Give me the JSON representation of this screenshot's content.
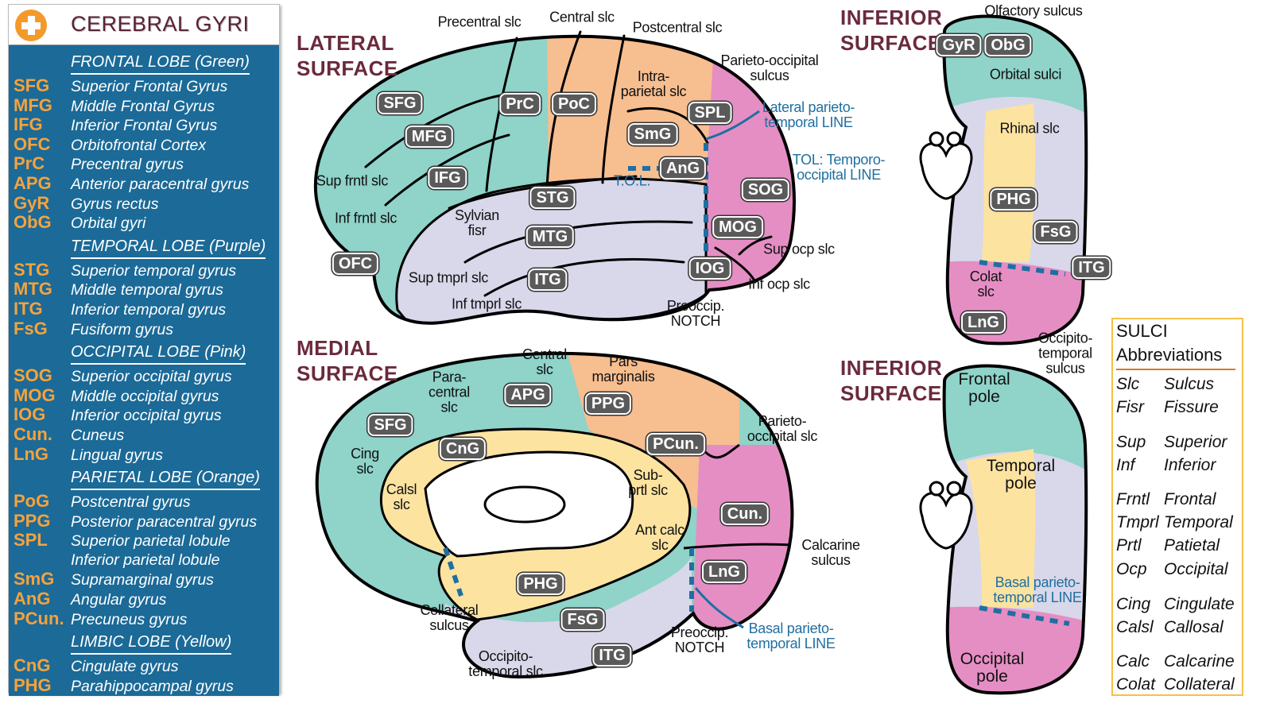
{
  "colors": {
    "frontal": "#8fd3c9",
    "parietal": "#f7be90",
    "occipital": "#e58ec4",
    "temporal": "#d9d7ea",
    "limbic": "#fce3a0",
    "legend_bg": "#1b6a98",
    "accent": "#f7a23b",
    "line_blue": "#1f6fa0",
    "title": "#6b2a3c"
  },
  "legend": {
    "icon": "plus-icon",
    "title": "CEREBRAL GYRI",
    "sections": [
      {
        "header": "FRONTAL LOBE (Green)",
        "items": [
          {
            "abbr": "SFG",
            "name": "Superior Frontal Gyrus"
          },
          {
            "abbr": "MFG",
            "name": "Middle Frontal Gyrus"
          },
          {
            "abbr": "IFG",
            "name": "Inferior Frontal Gyrus"
          },
          {
            "abbr": "OFC",
            "name": "Orbitofrontal Cortex"
          },
          {
            "abbr": "PrC",
            "name": "Precentral gyrus"
          },
          {
            "abbr": "APG",
            "name": "Anterior paracentral gyrus"
          },
          {
            "abbr": "GyR",
            "name": "Gyrus rectus"
          },
          {
            "abbr": "ObG",
            "name": "Orbital gyri"
          }
        ]
      },
      {
        "header": "TEMPORAL LOBE (Purple)",
        "items": [
          {
            "abbr": "STG",
            "name": "Superior temporal gyrus"
          },
          {
            "abbr": "MTG",
            "name": "Middle temporal gyrus"
          },
          {
            "abbr": "ITG",
            "name": "Inferior temporal gyrus"
          },
          {
            "abbr": "FsG",
            "name": "Fusiform gyrus"
          }
        ]
      },
      {
        "header": "OCCIPITAL LOBE (Pink)",
        "items": [
          {
            "abbr": "SOG",
            "name": "Superior occipital gyrus"
          },
          {
            "abbr": "MOG",
            "name": "Middle occipital gyrus"
          },
          {
            "abbr": "IOG",
            "name": "Inferior occipital gyrus"
          },
          {
            "abbr": "Cun.",
            "name": "Cuneus"
          },
          {
            "abbr": "LnG",
            "name": "Lingual gyrus"
          }
        ]
      },
      {
        "header": "PARIETAL LOBE (Orange)",
        "items": [
          {
            "abbr": "PoG",
            "name": "Postcentral gyrus"
          },
          {
            "abbr": "PPG",
            "name": "Posterior paracentral gyrus"
          },
          {
            "abbr": "SPL",
            "name": "Superior parietal lobule"
          },
          {
            "abbr": "",
            "name": "Inferior parietal lobule"
          },
          {
            "abbr": "SmG",
            "name": "Supramarginal gyrus"
          },
          {
            "abbr": "AnG",
            "name": "Angular gyrus"
          },
          {
            "abbr": "PCun.",
            "name": "Precuneus gyrus"
          }
        ]
      },
      {
        "header": "LIMBIC LOBE (Yellow)",
        "items": [
          {
            "abbr": "CnG",
            "name": "Cingulate gyrus"
          },
          {
            "abbr": "PHG",
            "name": "Parahippocampal gyrus"
          }
        ]
      }
    ]
  },
  "lateral": {
    "title": "LATERAL\nSURFACE",
    "gyri": [
      "SFG",
      "MFG",
      "IFG",
      "OFC",
      "PrC",
      "PoC",
      "SmG",
      "SPL",
      "AnG",
      "STG",
      "MTG",
      "ITG",
      "SOG",
      "MOG",
      "IOG"
    ],
    "sulci": [
      "Precentral slc",
      "Central slc",
      "Postcentral slc",
      "Parieto-occipital\nsulcus",
      "Intra-\nparietal slc",
      "Sup frntl slc",
      "Inf frntl slc",
      "Sylvian\nfisr",
      "Sup tmprl slc",
      "Inf tmprl slc",
      "Sup ocp slc",
      "Inf ocp slc",
      "Preoccip.\nNOTCH"
    ],
    "lines": [
      "Lateral parieto-\ntemporal LINE",
      "TOL: Temporo-\noccipital LINE",
      "T.O.L."
    ]
  },
  "medial": {
    "title": "MEDIAL\nSURFACE",
    "gyri": [
      "APG",
      "PPG",
      "SFG",
      "CnG",
      "PCun.",
      "Cun.",
      "LnG",
      "PHG",
      "FsG",
      "ITG"
    ],
    "sulci": [
      "Central\nslc",
      "Para-\ncentral\nslc",
      "Pars\nmarginalis",
      "Parieto-\noccipital slc",
      "Cing\nslc",
      "Calsl\nslc",
      "Sub-\nprtl slc",
      "Ant calc\nslc",
      "Calcarine\nsulcus",
      "Collateral\nsulcus",
      "Occipito-\ntemporal slc",
      "Preoccip.\nNOTCH"
    ],
    "lines": [
      "Basal parieto-\ntemporal LINE"
    ]
  },
  "inferior_top": {
    "title": "INFERIOR\nSURFACE",
    "gyri": [
      "GyR",
      "ObG",
      "PHG",
      "FsG",
      "ITG",
      "LnG"
    ],
    "sulci": [
      "Olfactory sulcus",
      "Orbital sulci",
      "Rhinal slc",
      "Colat\nslc",
      "Occipito-\ntemporal\nsulcus"
    ]
  },
  "inferior_bottom": {
    "title": "INFERIOR\nSURFACE",
    "poles": [
      "Frontal\npole",
      "Temporal\npole",
      "Occipital\npole"
    ],
    "lines": [
      "Basal parieto-\ntemporal LINE"
    ]
  },
  "sulci_box": {
    "title": "SULCI",
    "subtitle": "Abbreviations",
    "rows": [
      {
        "abbr": "Slc",
        "term": "Sulcus"
      },
      {
        "abbr": "Fisr",
        "term": "Fissure"
      },
      {
        "abbr": "Sup",
        "term": "Superior"
      },
      {
        "abbr": "Inf",
        "term": "Inferior"
      },
      {
        "abbr": "Frntl",
        "term": "Frontal"
      },
      {
        "abbr": "Tmprl",
        "term": "Temporal"
      },
      {
        "abbr": "Prtl",
        "term": "Patietal"
      },
      {
        "abbr": "Ocp",
        "term": "Occipital"
      },
      {
        "abbr": "Cing",
        "term": "Cingulate"
      },
      {
        "abbr": "Calsl",
        "term": "Callosal"
      },
      {
        "abbr": "Calc",
        "term": "Calcarine"
      },
      {
        "abbr": "Colat",
        "term": "Collateral"
      }
    ]
  }
}
